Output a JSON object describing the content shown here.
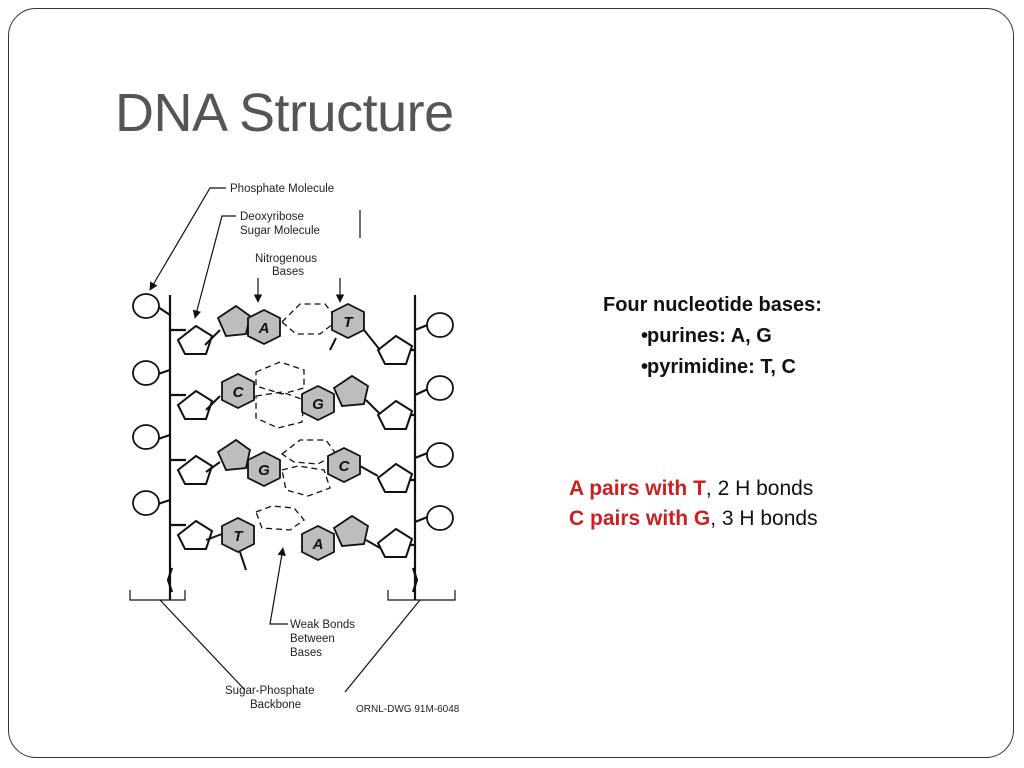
{
  "slide": {
    "title": "DNA Structure"
  },
  "diagram": {
    "labels": {
      "phosphate": "Phosphate Molecule",
      "deoxyribose_line1": "Deoxyribose",
      "deoxyribose_line2": "Sugar Molecule",
      "nitrogenous_line1": "Nitrogenous",
      "nitrogenous_line2": "Bases",
      "weak_line1": "Weak Bonds",
      "weak_line2": "Between",
      "weak_line3": "Bases",
      "backbone_line1": "Sugar-Phosphate",
      "backbone_line2": "Backbone",
      "credit": "ORNL-DWG 91M-6048"
    },
    "base_pairs": [
      {
        "left": "A",
        "right": "T"
      },
      {
        "left": "C",
        "right": "G"
      },
      {
        "left": "G",
        "right": "C"
      },
      {
        "left": "T",
        "right": "A"
      }
    ]
  },
  "bases_info": {
    "heading": "Four nucleotide bases:",
    "bullet": "•",
    "purines": "purines: A, G",
    "pyrimidine": "pyrimidine: T, C"
  },
  "pairing": {
    "at_bold": "A pairs with T",
    "at_rest": ", 2 H bonds",
    "cg_bold": "C pairs with G",
    "cg_rest": ", 3 H bonds"
  },
  "colors": {
    "title": "#555555",
    "highlight_red": "#cc1f1f",
    "base_fill": "#bdbdbd"
  }
}
